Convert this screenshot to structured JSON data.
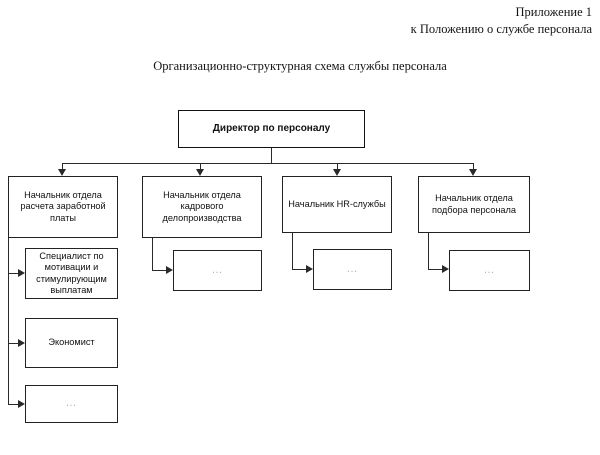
{
  "document": {
    "header_lines": [
      "Приложение 1",
      "к Положению о службе персонала"
    ],
    "title": "Организационно-структурная схема службы персонала"
  },
  "chart_data": {
    "type": "diagram",
    "diagram_kind": "organizational-chart",
    "orientation": "top-down",
    "title": "Организационно-структурная схема службы персонала",
    "colors": {
      "box_border": "#222222",
      "box_fill": "#ffffff",
      "connector": "#2a2a2a",
      "text": "#111111",
      "placeholder_text": "#b4b4b4",
      "page_background": "#ffffff"
    },
    "root": {
      "id": "director",
      "label": "Директор по персоналу",
      "bold": true,
      "level": 0
    },
    "nodes": [
      {
        "id": "head-payroll",
        "label": "Начальник отдела расчета заработной платы",
        "level": 1,
        "parent": "director",
        "children": [
          "spec-motivation",
          "economist",
          "payroll-more"
        ]
      },
      {
        "id": "head-hr-records",
        "label": "Начальник отдела кадрового делопроизводства",
        "level": 1,
        "parent": "director",
        "children": [
          "hr-records-more"
        ]
      },
      {
        "id": "head-hr-service",
        "label": "Начальник HR-службы",
        "level": 1,
        "parent": "director",
        "children": [
          "hr-service-more"
        ]
      },
      {
        "id": "head-recruiting",
        "label": "Начальник отдела подбора персонала",
        "level": 1,
        "parent": "director",
        "children": [
          "recruiting-more"
        ]
      },
      {
        "id": "spec-motivation",
        "label": "Специалист по мотивации и стимулирующим выплатам",
        "level": 2,
        "parent": "head-payroll"
      },
      {
        "id": "economist",
        "label": "Экономист",
        "level": 2,
        "parent": "head-payroll"
      },
      {
        "id": "payroll-more",
        "label": "…",
        "placeholder": true,
        "level": 2,
        "parent": "head-payroll"
      },
      {
        "id": "hr-records-more",
        "label": "…",
        "placeholder": true,
        "level": 2,
        "parent": "head-hr-records"
      },
      {
        "id": "hr-service-more",
        "label": "…",
        "placeholder": true,
        "level": 2,
        "parent": "head-hr-service"
      },
      {
        "id": "recruiting-more",
        "label": "…",
        "placeholder": true,
        "level": 2,
        "parent": "head-recruiting"
      }
    ]
  }
}
